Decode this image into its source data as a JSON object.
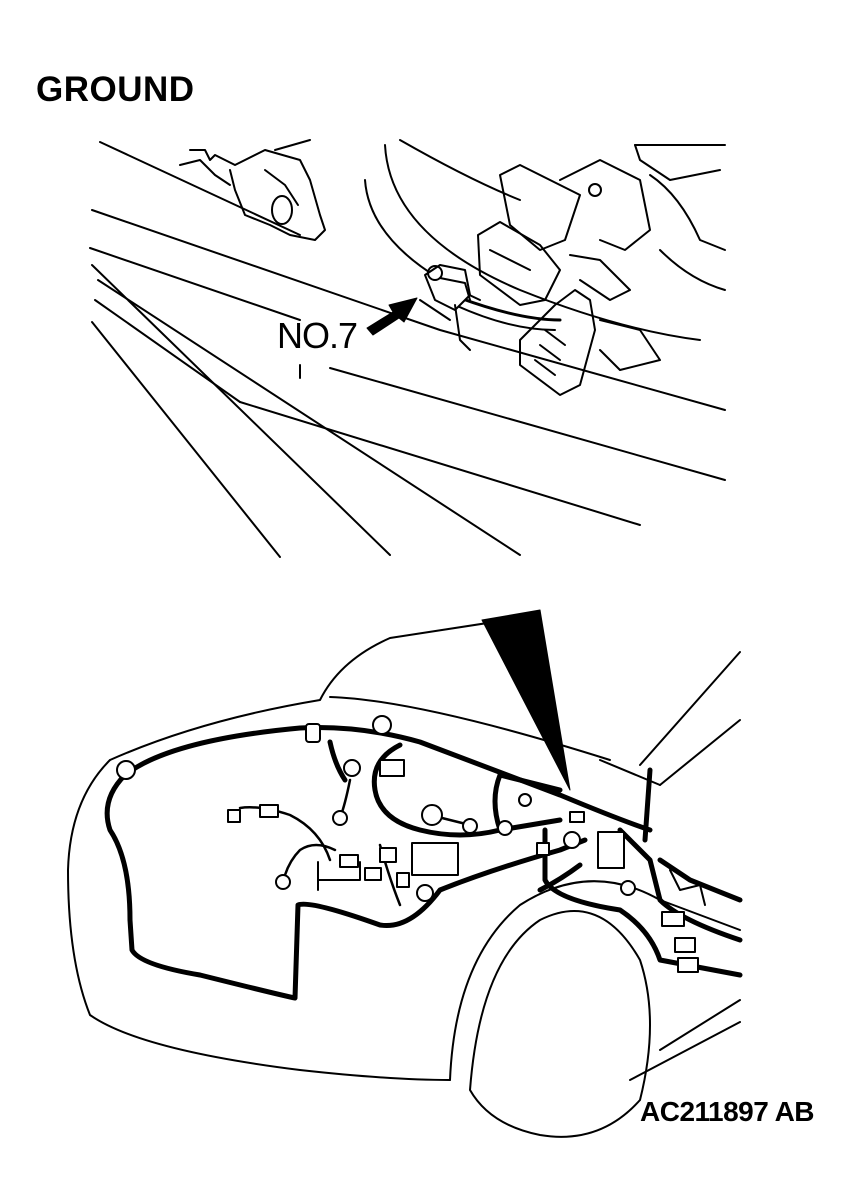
{
  "title": "GROUND",
  "callout": {
    "label": "NO.7"
  },
  "figure_id": "AC211897 AB",
  "colors": {
    "ink": "#000000",
    "paper": "#ffffff"
  }
}
